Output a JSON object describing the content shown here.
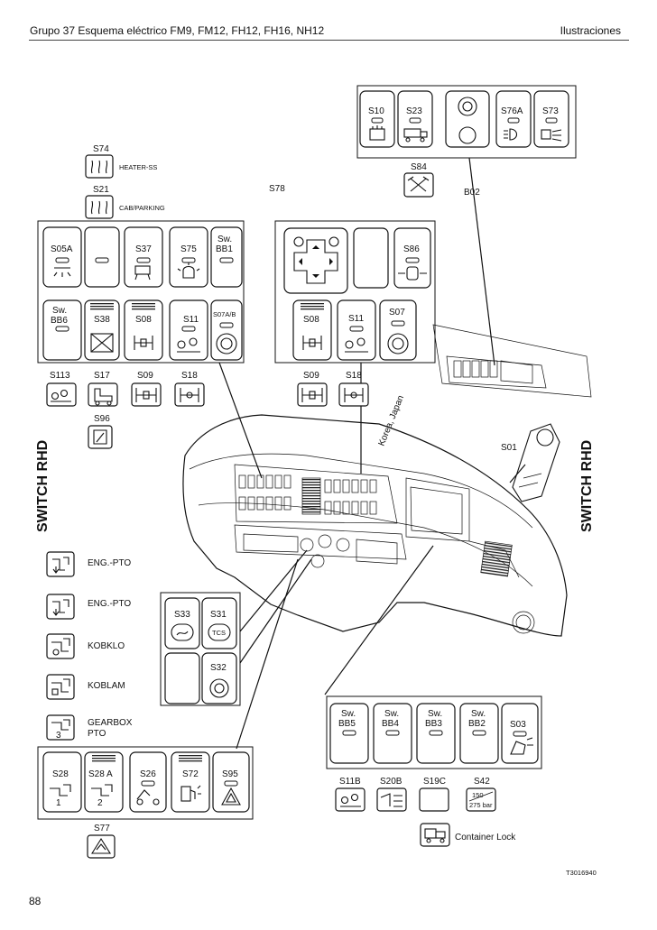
{
  "header": {
    "title": "Grupo 37 Esquema eléctrico FM9, FM12, FH12, FH16, NH12",
    "section": "Ilustraciones"
  },
  "page_number": "88",
  "figure_code": "T3016940",
  "side_labels": {
    "left": "SWITCH RHD",
    "right": "SWITCH RHD"
  },
  "region_label": "Korea, Japan",
  "top_right_panel": {
    "switches": [
      "S10",
      "S23",
      "S76A",
      "S73"
    ],
    "extra": [
      "S84",
      "B02"
    ]
  },
  "standalone": {
    "S74": {
      "code": "S74",
      "desc": "HEATER-SS"
    },
    "S21": {
      "code": "S21",
      "desc": "CAB/PARKING"
    },
    "S78": "S78",
    "S96": "S96",
    "S01": "S01",
    "S77": "S77"
  },
  "left_panel": {
    "row1": [
      "S05A",
      "",
      "S37",
      "S75",
      "Sw. BB1"
    ],
    "row2": [
      "Sw. BB6",
      "S38",
      "S08",
      "S11",
      "S07A/B"
    ],
    "below": [
      "S113",
      "S17",
      "S09",
      "S18"
    ]
  },
  "mid_panel": {
    "row1": [
      "",
      "",
      "S86"
    ],
    "row2": [
      "S08",
      "S11",
      "S07"
    ],
    "below": [
      "S09",
      "S18"
    ]
  },
  "pto_list": [
    {
      "label": "ENG.-PTO"
    },
    {
      "label": "ENG.-PTO"
    },
    {
      "label": "KOBKLO"
    },
    {
      "label": "KOBLAM"
    },
    {
      "label": "GEARBOX PTO",
      "num": "3"
    }
  ],
  "small_panel": [
    "S33",
    "S31",
    "",
    "S32"
  ],
  "small_panel_icons": [
    "",
    "TCS",
    "",
    ""
  ],
  "bottom_left_panel": [
    "S28",
    "S28 A",
    "S26",
    "S72",
    "S95"
  ],
  "bottom_left_nums": [
    "1",
    "2"
  ],
  "bottom_right_panel": {
    "row": [
      "Sw. BB5",
      "Sw. BB4",
      "Sw. BB3",
      "Sw. BB2",
      "S03"
    ],
    "below": [
      "S11B",
      "S20B",
      "S19C",
      "S42"
    ],
    "s42_values": [
      "150",
      "275 bar"
    ],
    "container_lock": "Container Lock"
  }
}
